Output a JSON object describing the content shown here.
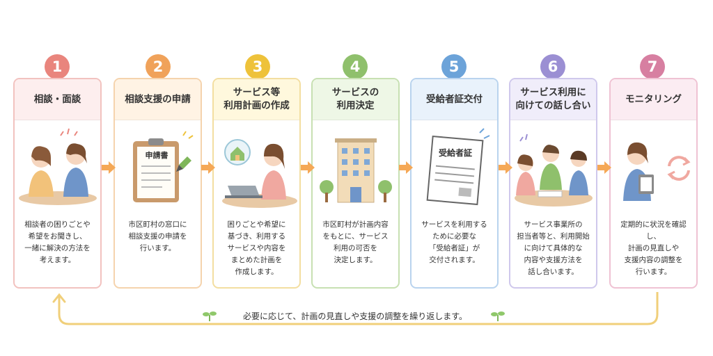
{
  "steps": [
    {
      "num": "1",
      "title": "相談・面談",
      "desc": "相談者の困りごとや\n希望をお聞きし、\n一緒に解決の方法を\n考えます。",
      "color": "#e9857d",
      "head_bg": "#fdeeee",
      "border": "#f2c2bf",
      "icon": "two-people-talking-icon"
    },
    {
      "num": "2",
      "title": "相談支援の申請",
      "desc": "市区町村の窓口に\n相談支援の申請を\n行います。",
      "color": "#f0a25a",
      "head_bg": "#fff3e4",
      "border": "#f5d3ad",
      "icon": "clipboard-application-icon",
      "doc_label": "申請書"
    },
    {
      "num": "3",
      "title": "サービス等\n利用計画の作成",
      "desc": "困りごとや希望に\n基づき、利用する\nサービスや内容を\nまとめた計画を\n作成します。",
      "color": "#eec23a",
      "head_bg": "#fff8dd",
      "border": "#f3dea0",
      "icon": "woman-laptop-icon"
    },
    {
      "num": "4",
      "title": "サービスの\n利用決定",
      "desc": "市区町村が計画内容\nをもとに、サービス\n利用の可否を\n決定します。",
      "color": "#8fc06c",
      "head_bg": "#eef7e6",
      "border": "#c7e0b2",
      "icon": "city-office-icon"
    },
    {
      "num": "5",
      "title": "受給者証交付",
      "desc": "サービスを利用する\nために必要な\n「受給者証」が\n交付されます。",
      "color": "#6ca3d9",
      "head_bg": "#e9f2fb",
      "border": "#b9d3ee",
      "icon": "certificate-icon",
      "doc_label": "受給者証"
    },
    {
      "num": "6",
      "title": "サービス利用に\n向けての話し合い",
      "desc": "サービス事業所の\n担当者等と、利用開始\nに向けて具体的な\n内容や支援方法を\n話し合います。",
      "color": "#9b8fd3",
      "head_bg": "#f0edfa",
      "border": "#cfc8ec",
      "icon": "group-meeting-icon"
    },
    {
      "num": "7",
      "title": "モニタリング",
      "desc": "定期的に状況を確認し、\n計画の見直しや\n支援内容の調整を\n行います。",
      "color": "#d77fa1",
      "head_bg": "#fbecf2",
      "border": "#efc2d3",
      "icon": "monitoring-cycle-icon"
    }
  ],
  "loop_text": "必要に応じて、計画の見直しや支援の調整を繰り返します。",
  "loop_color": "#f0cf7a",
  "arrow_color": "#f5a856"
}
